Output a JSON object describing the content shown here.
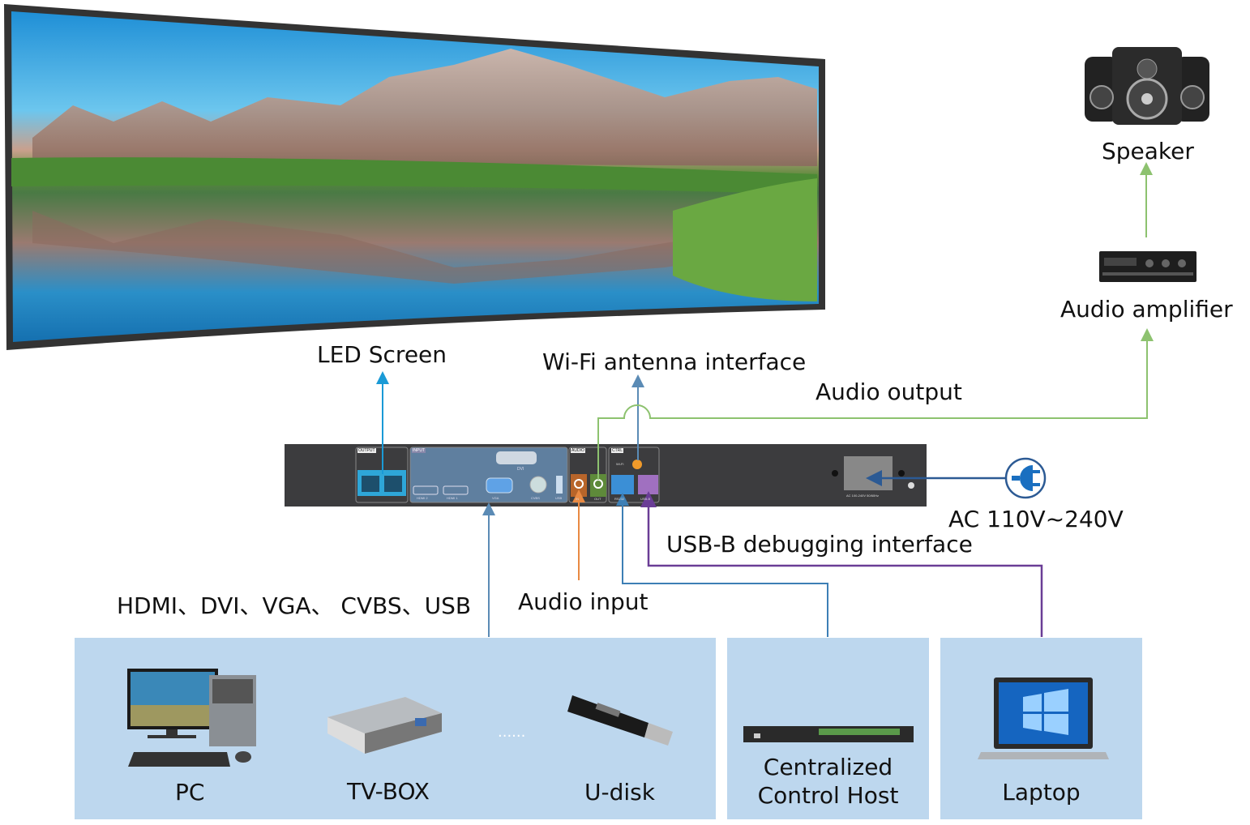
{
  "labels": {
    "led_screen": "LED Screen",
    "wifi": "Wi-Fi antenna interface",
    "audio_output": "Audio output",
    "speaker": "Speaker",
    "audio_amplifier": "Audio amplifier",
    "ac_power": "AC 110V~240V",
    "usb_b": "USB-B debugging interface",
    "inputs": "HDMI、DVI、VGA、 CVBS、USB",
    "audio_input": "Audio input"
  },
  "panel": {
    "output": "OUTPUT",
    "input": "INPUT",
    "audio": "AUDIO",
    "ctrl": "CTRL",
    "dvi": "DVI",
    "hdmi2": "HDMI 2",
    "hdmi1": "HDMI 1",
    "vga": "VGA",
    "cvbs": "CVBS",
    "usb": "USB",
    "audio_in": "IN",
    "audio_out": "OUT",
    "wifi": "Wi-Fi",
    "rs232": "RS232",
    "usbb": "USB-B",
    "power_rating": "AC 100-240V 50/60Hz"
  },
  "sources": {
    "pc": "PC",
    "tvbox": "TV-BOX",
    "ellipsis": "......",
    "udisk": "U-disk"
  },
  "control_host": {
    "line1": "Centralized",
    "line2": "Control Host"
  },
  "laptop": "Laptop",
  "colors": {
    "box_fill": "#bdd7ee",
    "led_line": "#1a9ad6",
    "wifi_line": "#5b8bb5",
    "audio_out_line": "#8dc26f",
    "audio_in_line": "#e98a43",
    "rs232_line": "#3d7fb5",
    "usbb_line": "#6a3d96",
    "power_line": "#2c5a94",
    "panel": "#3c3c3e"
  }
}
